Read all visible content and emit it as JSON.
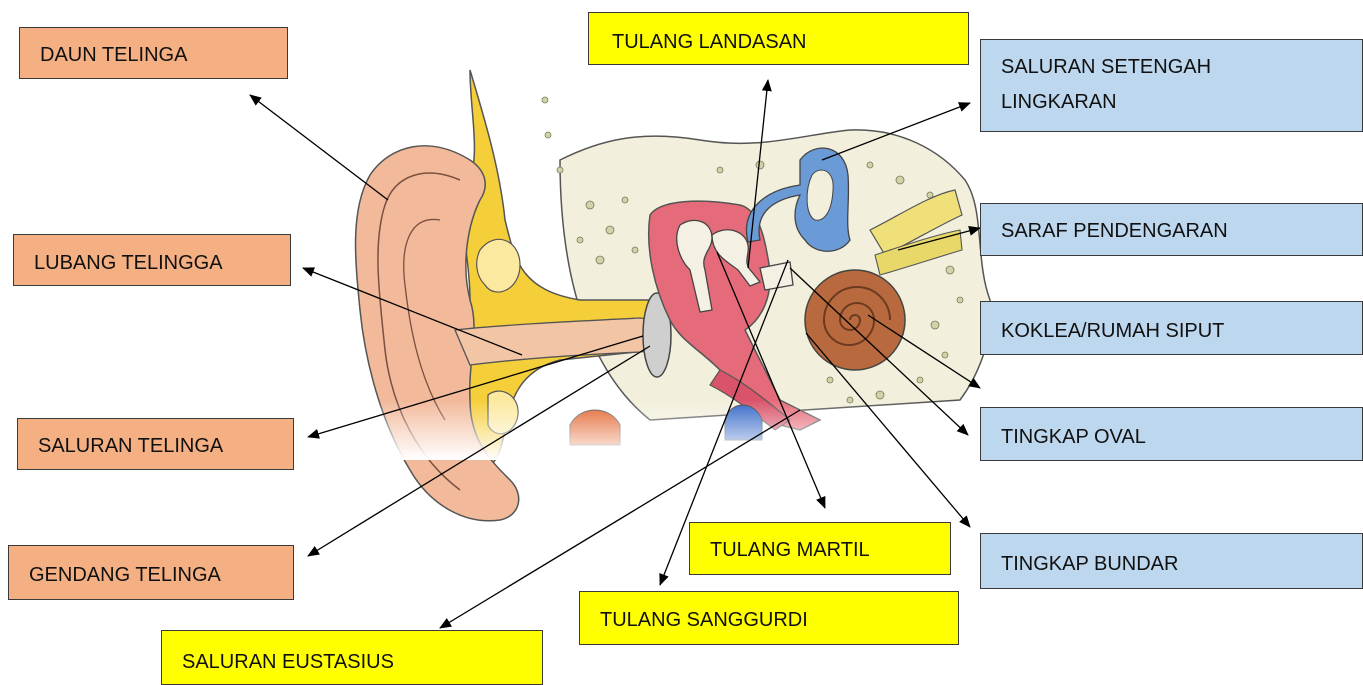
{
  "colors": {
    "outer_label": "#f4b083",
    "middle_label": "#ffff00",
    "inner_label": "#bdd7ee",
    "skin": "#f2b99a",
    "cartilage": "#f5cf3a",
    "bone_pink": "#e66b7a",
    "cochlea": "#b86a3e",
    "canals": "#6b9bd6",
    "nerve": "#f0e07a"
  },
  "labels": {
    "daun_telinga": "DAUN TELINGA",
    "lubang_telingga": "LUBANG TELINGGA",
    "saluran_telinga": "SALURAN TELINGA",
    "gendang_telinga": "GENDANG TELINGA",
    "saluran_eustasius": "SALURAN EUSTASIUS",
    "tulang_landasan": "TULANG LANDASAN",
    "tulang_martil": "TULANG MARTIL",
    "tulang_sanggurdi": "TULANG SANGGURDI",
    "saluran_setengah_1": "SALURAN SETENGAH",
    "saluran_setengah_2": "LINGKARAN",
    "saraf_pendengaran": "SARAF PENDENGARAN",
    "koklea": "KOKLEA/RUMAH SIPUT",
    "tingkap_oval": "TINGKAP OVAL",
    "tingkap_bundar": "TINGKAP BUNDAR"
  }
}
